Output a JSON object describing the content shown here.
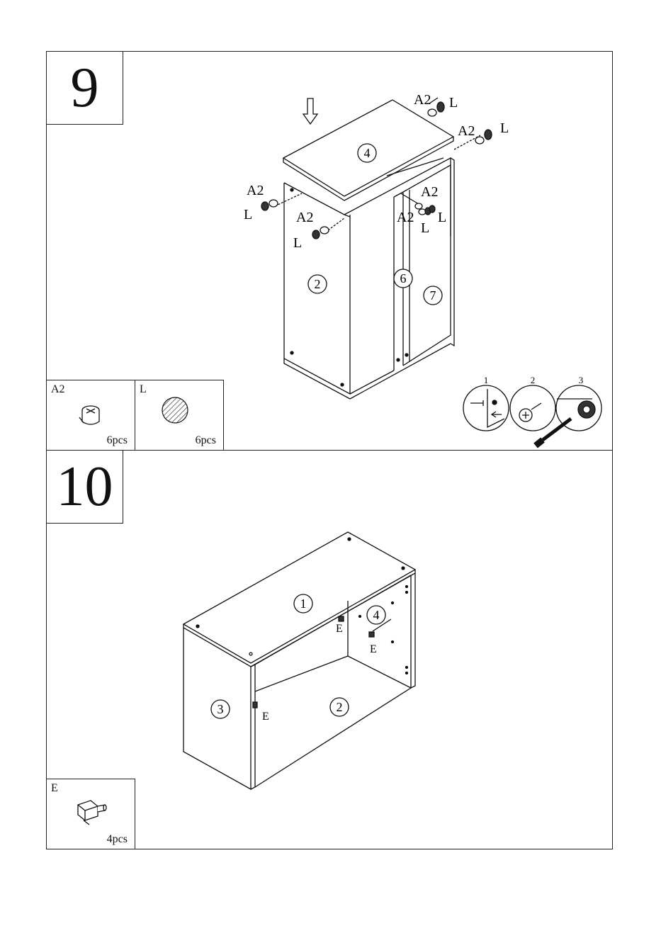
{
  "steps": [
    {
      "number": "9",
      "parts": [
        {
          "code": "A2",
          "qty": "6pcs"
        },
        {
          "code": "L",
          "qty": "6pcs"
        }
      ],
      "callouts": {
        "top_panel": "4",
        "side_panel": "2",
        "divider": "6",
        "back_panel": "7",
        "a2": "A2",
        "l": "L"
      },
      "cam_steps": [
        "1",
        "2",
        "3"
      ]
    },
    {
      "number": "10",
      "parts": [
        {
          "code": "E",
          "qty": "4pcs"
        }
      ],
      "callouts": {
        "top": "1",
        "bottom": "2",
        "side": "3",
        "shelf_support": "4",
        "e": "E"
      }
    }
  ]
}
